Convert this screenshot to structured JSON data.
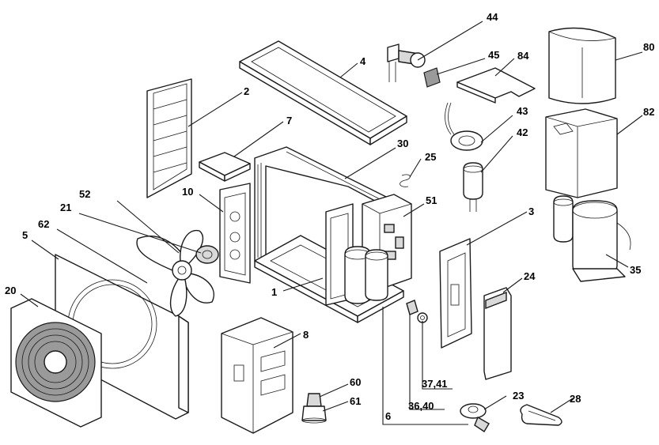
{
  "callouts": [
    {
      "id": "1",
      "label": "1"
    },
    {
      "id": "2",
      "label": "2"
    },
    {
      "id": "3",
      "label": "3"
    },
    {
      "id": "4",
      "label": "4"
    },
    {
      "id": "5",
      "label": "5"
    },
    {
      "id": "6",
      "label": "6"
    },
    {
      "id": "7",
      "label": "7"
    },
    {
      "id": "8",
      "label": "8"
    },
    {
      "id": "10",
      "label": "10"
    },
    {
      "id": "20",
      "label": "20"
    },
    {
      "id": "21",
      "label": "21"
    },
    {
      "id": "23",
      "label": "23"
    },
    {
      "id": "24",
      "label": "24"
    },
    {
      "id": "25",
      "label": "25"
    },
    {
      "id": "28",
      "label": "28"
    },
    {
      "id": "30",
      "label": "30"
    },
    {
      "id": "35",
      "label": "35"
    },
    {
      "id": "36_40",
      "label": "36,40"
    },
    {
      "id": "37_41",
      "label": "37,41"
    },
    {
      "id": "42",
      "label": "42"
    },
    {
      "id": "43",
      "label": "43"
    },
    {
      "id": "44",
      "label": "44"
    },
    {
      "id": "45",
      "label": "45"
    },
    {
      "id": "51",
      "label": "51"
    },
    {
      "id": "52",
      "label": "52"
    },
    {
      "id": "60",
      "label": "60"
    },
    {
      "id": "61",
      "label": "61"
    },
    {
      "id": "62",
      "label": "62"
    },
    {
      "id": "80",
      "label": "80"
    },
    {
      "id": "82",
      "label": "82"
    },
    {
      "id": "84",
      "label": "84"
    }
  ]
}
